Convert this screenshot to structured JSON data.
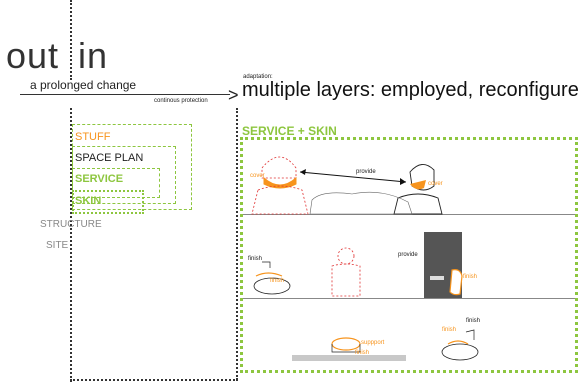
{
  "header": {
    "out": "out",
    "in": "in",
    "change": "a prolonged change",
    "protection": "continous protection",
    "adaptation": "adaptation:",
    "layers": "multiple layers: employed, reconfigured"
  },
  "stack": {
    "stuff": "STUFF",
    "space_plan": "SPACE PLAN",
    "service": "SERVICE",
    "skin": "SKIN",
    "structure": "STRUCTURE",
    "site": "SITE"
  },
  "panel": {
    "title": "SERVICE + SKIN",
    "scene1": {
      "cover_left": "cover",
      "provide": "provide",
      "cover_right": "cover"
    },
    "scene2": {
      "finish_left_top": "finish",
      "finish_left_bottom": "finish",
      "provide": "provide",
      "finish_right": "finish"
    },
    "scene3": {
      "support": "suppport",
      "finish_center": "finish",
      "finish_right_top": "finish",
      "finish_right_bottom": "finish"
    }
  },
  "colors": {
    "accent_green": "#8dc63f",
    "orange": "#f7941d",
    "dark_grey": "#555555",
    "light_grey": "#aaaaaa"
  }
}
